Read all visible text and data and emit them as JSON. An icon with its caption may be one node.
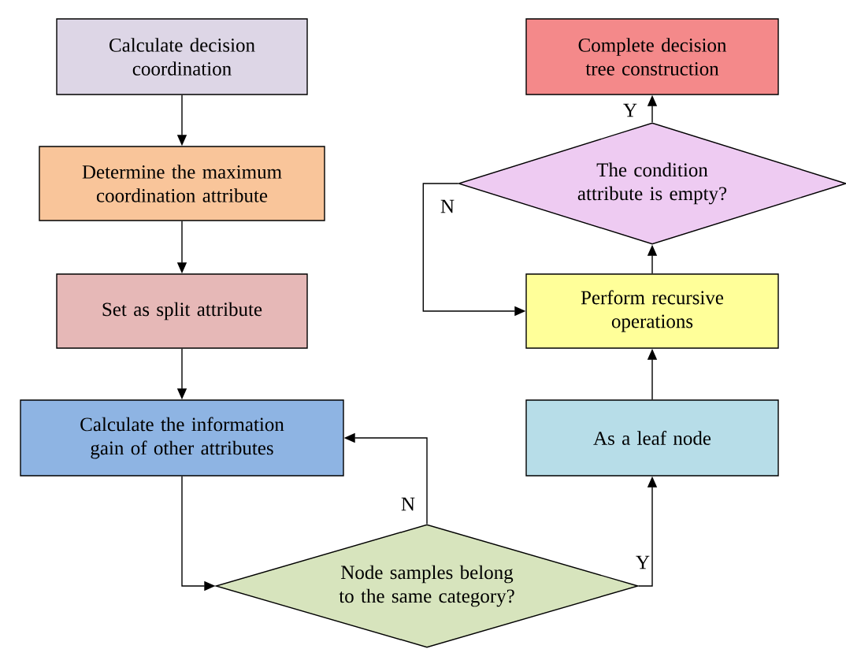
{
  "diagram": {
    "nodes": [
      {
        "text": [
          "Calculate decision coordination"
        ]
      },
      {
        "text": [
          "Determine the maximum coordination attribute"
        ]
      },
      {
        "text": [
          "Set as split attribute"
        ]
      },
      {
        "text": [
          "Calculate the information gain of other attributes"
        ]
      },
      {
        "text": [
          "Node samples belong to the same category?"
        ]
      },
      {
        "text": [
          "As a leaf node"
        ]
      },
      {
        "text": [
          "Perform recursive operations"
        ]
      },
      {
        "text": [
          "The condition attribute is empty?"
        ]
      },
      {
        "text": [
          "Complete decision tree construction"
        ]
      }
    ],
    "edges": [
      {
        "from": 0,
        "to": 1,
        "arrow": "to"
      },
      {
        "from": 1,
        "to": 2,
        "arrow": "to"
      },
      {
        "from": 2,
        "to": 3,
        "arrow": "to"
      },
      {
        "from": 3,
        "to": 4,
        "arrow": "to"
      },
      {
        "from": 4,
        "to": 3,
        "arrow": "to",
        "label": "N"
      },
      {
        "from": 4,
        "to": 5,
        "arrow": "to",
        "label": "Y"
      },
      {
        "from": 5,
        "to": 6,
        "arrow": "to"
      },
      {
        "from": 6,
        "to": 7,
        "arrow": "to"
      },
      {
        "from": 7,
        "to": 8,
        "arrow": "to",
        "label": "Y"
      },
      {
        "from": 7,
        "to": 6,
        "arrow": "to",
        "label": "N"
      }
    ]
  }
}
